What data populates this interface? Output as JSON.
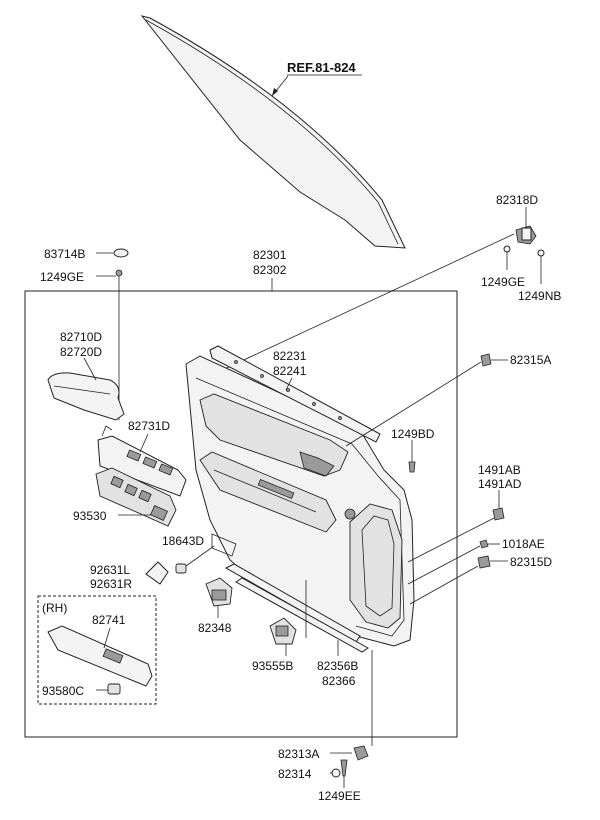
{
  "ref_label": "REF.81-824",
  "rh_label": "(RH)",
  "labels": {
    "p82318D": "82318D",
    "p1249GE_r": "1249GE",
    "p1249NB": "1249NB",
    "p83714B": "83714B",
    "p1249GE_l": "1249GE",
    "p82301": "82301",
    "p82302": "82302",
    "p82710D": "82710D",
    "p82720D": "82720D",
    "p82231": "82231",
    "p82241": "82241",
    "p82315A": "82315A",
    "p82731D": "82731D",
    "p1249BD": "1249BD",
    "p1491AB": "1491AB",
    "p1491AD": "1491AD",
    "p93530": "93530",
    "p18643D": "18643D",
    "p1018AE": "1018AE",
    "p92631L": "92631L",
    "p92631R": "92631R",
    "p82315D": "82315D",
    "p82741": "82741",
    "p82348": "82348",
    "p93580C": "93580C",
    "p93555B": "93555B",
    "p82356B": "82356B",
    "p82366": "82366",
    "p82313A": "82313A",
    "p82314": "82314",
    "p1249EE": "1249EE"
  }
}
